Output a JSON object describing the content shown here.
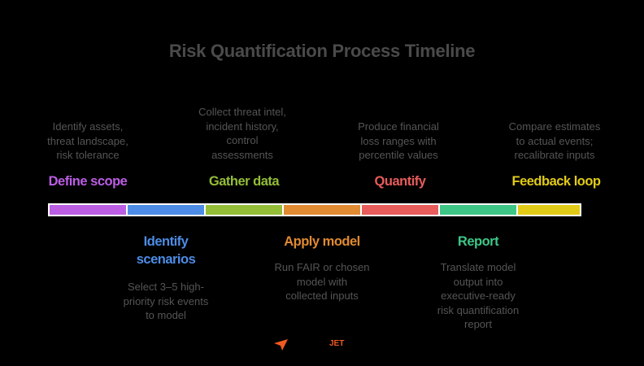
{
  "title": "Risk Quantification Process Timeline",
  "steps": [
    {
      "label": "Define scope",
      "color": "#bb5ee4",
      "position": "above",
      "description": "Identify assets, threat landscape, risk tolerance",
      "desc_lines": [
        "Identify assets,",
        "threat landscape,",
        "risk tolerance"
      ]
    },
    {
      "label": "Identify scenarios",
      "label_lines": [
        "Identify",
        "scenarios"
      ],
      "color": "#4d8ce6",
      "position": "below",
      "description": "Select 3–5 high-priority risk events to model",
      "desc_lines": [
        "Select 3–5 high-",
        "priority risk events",
        "to model"
      ]
    },
    {
      "label": "Gather data",
      "color": "#94bd38",
      "position": "above",
      "description": "Collect threat intel, incident history, control assessments",
      "desc_lines": [
        "Collect threat intel,",
        "incident history,",
        "control",
        "assessments"
      ]
    },
    {
      "label": "Apply model",
      "color": "#e08a32",
      "position": "below",
      "description": "Run FAIR or chosen model with collected inputs",
      "desc_lines": [
        "Run FAIR or chosen",
        "model with",
        "collected inputs"
      ]
    },
    {
      "label": "Quantify",
      "color": "#e85c5c",
      "position": "above",
      "description": "Produce financial loss ranges with percentile values",
      "desc_lines": [
        "Produce financial",
        "loss ranges with",
        "percentile values"
      ]
    },
    {
      "label": "Report",
      "color": "#3ec687",
      "position": "below",
      "description": "Translate model output into executive-ready risk quantification report",
      "desc_lines": [
        "Translate model",
        "output into",
        "executive-ready",
        "risk quantification",
        "report"
      ]
    },
    {
      "label": "Feedback loop",
      "color": "#e2cb17",
      "position": "above",
      "description": "Compare estimates to actual events; recalibrate inputs",
      "desc_lines": [
        "Compare estimates",
        "to actual events;",
        "recalibrate inputs"
      ]
    }
  ],
  "footer": {
    "logo_text": "JET",
    "logo_icon": "paper-plane-icon",
    "logo_color": "#f05a22"
  }
}
